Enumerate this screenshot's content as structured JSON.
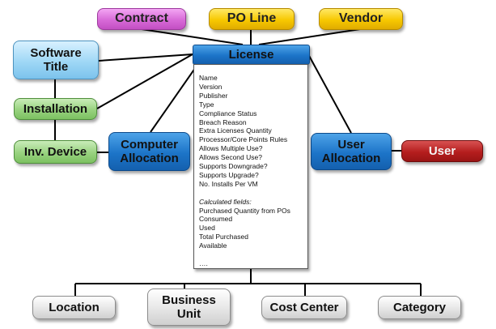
{
  "nodes": {
    "contract": "Contract",
    "po_line": "PO Line",
    "vendor": "Vendor",
    "software_title": "Software Title",
    "installation": "Installation",
    "inv_device": "Inv. Device",
    "computer_allocation": "Computer Allocation",
    "user_allocation": "User Allocation",
    "user": "User",
    "location": "Location",
    "business_unit": "Business Unit",
    "cost_center": "Cost Center",
    "category": "Category"
  },
  "license": {
    "title": "License",
    "fields": [
      "Name",
      "Version",
      "Publisher",
      "Type",
      "Compliance Status",
      "Breach Reason",
      "Extra Licenses Quantity",
      "Processor/Core Points Rules",
      "Allows  Multiple Use?",
      "Allows Second Use?",
      "Supports Downgrade?",
      "Supports Upgrade?",
      "No. Installs Per VM"
    ],
    "calculated_heading": "Calculated fields:",
    "calculated_fields": [
      "Purchased Quantity from POs",
      "Consumed",
      "Used",
      "Total Purchased",
      "Available"
    ],
    "ellipsis": "…."
  },
  "colors": {
    "magenta": "#d86ad8",
    "yellow": "#f7c800",
    "light_blue": "#9fd7f6",
    "green": "#98d27f",
    "blue": "#1c74c8",
    "red": "#b51e1e",
    "grey": "#e6e6e6",
    "line": "#000000"
  }
}
